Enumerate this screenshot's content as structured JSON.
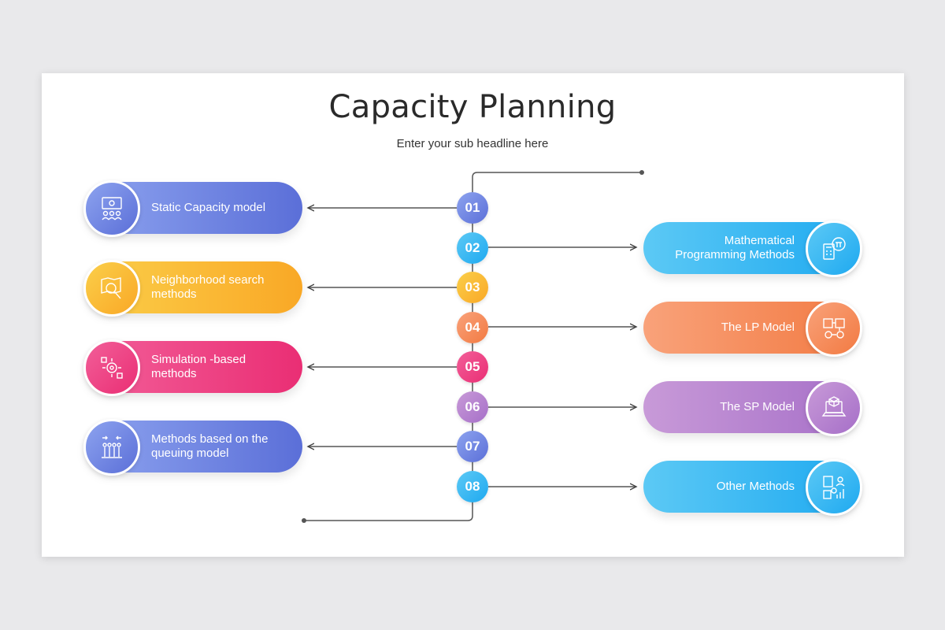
{
  "title": "Capacity Planning",
  "subtitle": "Enter your sub headline here",
  "steps": [
    {
      "number": "01",
      "label": "Static Capacity model",
      "icon": "presentation-team-icon",
      "color_start": "#8da3ef",
      "color_end": "#5b6fd8"
    },
    {
      "number": "02",
      "label": "Mathematical Programming Methods",
      "icon": "calculator-pi-icon",
      "color_start": "#5cc9f5",
      "color_end": "#1ea9f0"
    },
    {
      "number": "03",
      "label": "Neighborhood search methods",
      "icon": "map-search-icon",
      "color_start": "#fbcf4a",
      "color_end": "#f9a826"
    },
    {
      "number": "04",
      "label": "The LP Model",
      "icon": "gears-flow-icon",
      "color_start": "#f9a27a",
      "color_end": "#f27a42"
    },
    {
      "number": "05",
      "label": "Simulation -based methods",
      "icon": "simulation-icon",
      "color_start": "#f25f99",
      "color_end": "#ea2e74"
    },
    {
      "number": "06",
      "label": "The SP Model",
      "icon": "laptop-box-icon",
      "color_start": "#c89ad8",
      "color_end": "#a66fc8"
    },
    {
      "number": "07",
      "label": "Methods based on the queuing model",
      "icon": "queue-people-icon",
      "color_start": "#8da3ef",
      "color_end": "#5b6fd8"
    },
    {
      "number": "08",
      "label": "Other Methods",
      "icon": "document-analytics-icon",
      "color_start": "#5cc9f5",
      "color_end": "#1ea9f0"
    }
  ]
}
